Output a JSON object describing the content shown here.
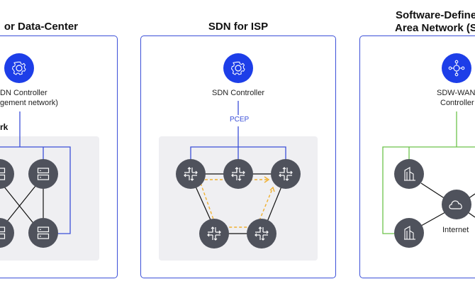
{
  "colors": {
    "panel_border": "#3b4fd8",
    "controller_fill": "#1d3ee8",
    "node_fill": "#4f525c",
    "network_bg": "#efeff2",
    "control_line_blue": "#3b4fd8",
    "control_line_green": "#6cc24a",
    "path_dashed": "#f0b030"
  },
  "panels": [
    {
      "title": "or Data-Center",
      "controller_label_line1": "DN Controller",
      "controller_label_line2": "gement network)",
      "controller_icon": "gear-icon",
      "network_label": "rk",
      "node_icon": "server-icon"
    },
    {
      "title": "SDN for ISP",
      "controller_label_line1": "SDN Controller",
      "controller_icon": "gear-icon",
      "link_label": "PCEP",
      "node_icon": "router-icon"
    },
    {
      "title_line1": "Software-Define",
      "title_line2": "Area Network (S",
      "controller_label_line1": "SDW-WAN",
      "controller_label_line2": "Controller",
      "controller_icon": "hub-icon",
      "internet_label": "Internet",
      "site_icon": "building-icon",
      "internet_icon": "cloud-icon"
    }
  ]
}
